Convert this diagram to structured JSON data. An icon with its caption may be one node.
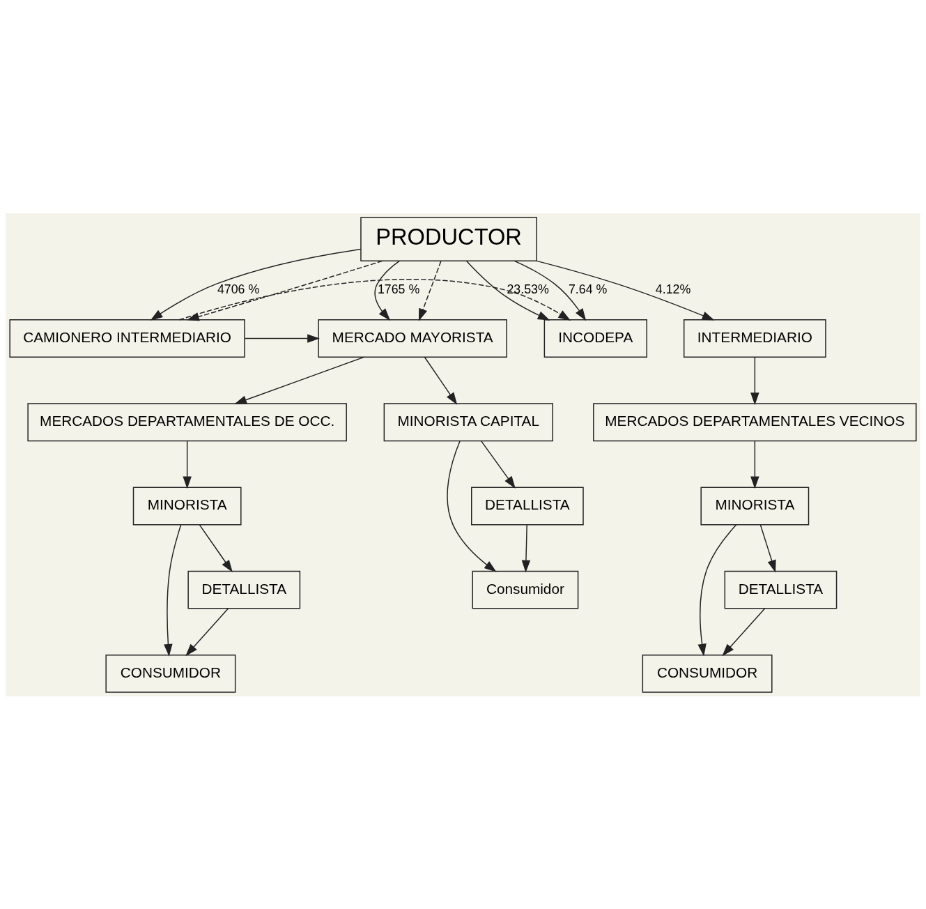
{
  "diagram": {
    "nodes": [
      {
        "text": [
          "PRODUCTOR"
        ]
      },
      {
        "text": [
          "MERCADO MAYORISTA"
        ]
      },
      {
        "text": [
          "CAMIONERO INTERMEDIARIO"
        ]
      },
      {
        "text": [
          "INCODEPA"
        ]
      },
      {
        "text": [
          "INTERMEDIARIO"
        ]
      },
      {
        "text": [
          "MINORISTA CAPITAL"
        ]
      },
      {
        "text": [
          "Consumidor"
        ]
      },
      {
        "text": [
          "DETALLISTA"
        ]
      },
      {
        "text": [
          "MERCADOS DEPARTAMENTALES DE OCC."
        ]
      },
      {
        "text": [
          "MINORISTA"
        ]
      },
      {
        "text": [
          "CONSUMIDOR"
        ]
      },
      {
        "text": [
          "DETALLISTA"
        ]
      },
      {
        "text": [
          "MERCADOS DEPARTAMENTALES VECINOS"
        ]
      },
      {
        "text": [
          "MINORISTA"
        ]
      },
      {
        "text": [
          "CONSUMIDOR"
        ]
      },
      {
        "text": [
          "DETALLISTA"
        ]
      }
    ],
    "edges": [
      {
        "from": 0,
        "to": 1,
        "arrow": "to",
        "label": "1765 %"
      },
      {
        "from": 0,
        "to": 2,
        "arrow": "to",
        "label": "4706 %"
      },
      {
        "from": 0,
        "to": 3,
        "arrow": "to",
        "label": "23.53%"
      },
      {
        "from": 0,
        "to": 2,
        "arrow": "to",
        "style": "dashed"
      },
      {
        "from": 0,
        "to": 1,
        "arrow": "to",
        "style": "dashed"
      },
      {
        "from": 0,
        "to": 3,
        "arrow": "to",
        "label": "7.64 %"
      },
      {
        "from": 0,
        "to": 4,
        "arrow": "to",
        "label": "4.12%"
      },
      {
        "from": 2,
        "to": 1,
        "arrow": "to"
      },
      {
        "from": 2,
        "to": 3,
        "arrow": "to",
        "style": "dashed"
      },
      {
        "from": 1,
        "to": 5,
        "arrow": "to"
      },
      {
        "from": 1,
        "to": 8,
        "arrow": "to"
      },
      {
        "from": 5,
        "to": 6,
        "arrow": "to"
      },
      {
        "from": 5,
        "to": 7,
        "arrow": "to"
      },
      {
        "from": 7,
        "to": 6,
        "arrow": "to"
      },
      {
        "from": 8,
        "to": 9,
        "arrow": "to"
      },
      {
        "from": 9,
        "to": 10,
        "arrow": "to"
      },
      {
        "from": 9,
        "to": 11,
        "arrow": "to"
      },
      {
        "from": 11,
        "to": 10,
        "arrow": "to"
      },
      {
        "from": 4,
        "to": 12,
        "arrow": "to"
      },
      {
        "from": 12,
        "to": 13,
        "arrow": "to"
      },
      {
        "from": 13,
        "to": 14,
        "arrow": "to"
      },
      {
        "from": 13,
        "to": 15,
        "arrow": "to"
      },
      {
        "from": 15,
        "to": 14,
        "arrow": "to"
      }
    ]
  }
}
